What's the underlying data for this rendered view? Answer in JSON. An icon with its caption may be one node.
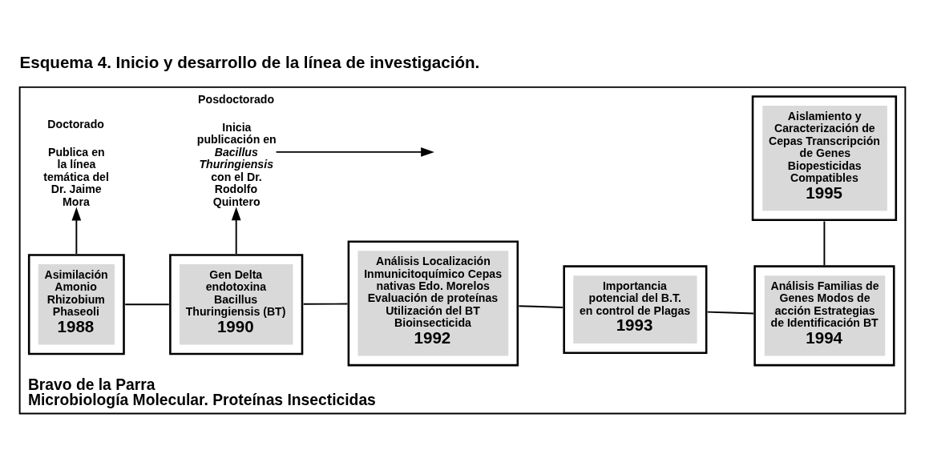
{
  "diagram": {
    "title": "Esquema 4. Inicio y desarrollo de la línea de investigación.",
    "nodes": [
      {
        "text": [
          "Bravo de la Parra",
          "Microbiología Molecular. Proteínas Insecticidas"
        ]
      },
      {
        "text": [
          "Asimilación Amonio Rhizobium Phaseoli",
          "1988"
        ],
        "in": 0
      },
      {
        "text": [
          "Gen Delta endotoxina Bacillus Thuringiensis (BT)",
          "1990"
        ],
        "in": 0
      },
      {
        "text": [
          "Análisis Localización Inmunicitoquímico Cepas nativas Edo. Morelos Evaluación de proteínas Utilización del BT Bioinsecticida",
          "1992"
        ],
        "in": 0
      },
      {
        "text": [
          "Importancia potencial del B.T. en control de Plagas",
          "1993"
        ],
        "in": 0
      },
      {
        "text": [
          "Análisis Familias de Genes Modos de acción Estrategias de Identificación BT",
          "1994"
        ],
        "in": 0
      },
      {
        "text": [
          "Aislamiento y Caracterización de Cepas Transcripción de Genes Biopesticidas Compatibles",
          "1995"
        ],
        "in": 0
      },
      {
        "text": [
          "Doctorado",
          "Publica en la línea temática del Dr. Jaime Mora"
        ],
        "in": 0
      },
      {
        "text": [
          "Posdoctorado",
          "Inicia publicación en *Bacillus Thuringiensis* con el Dr. Rodolfo Quintero"
        ],
        "in": 0
      }
    ],
    "edges": [
      {
        "from": 1,
        "to": 2,
        "arrow": "none"
      },
      {
        "from": 2,
        "to": 3,
        "arrow": "none"
      },
      {
        "from": 3,
        "to": 4,
        "arrow": "none"
      },
      {
        "from": 4,
        "to": 5,
        "arrow": "none"
      },
      {
        "from": 5,
        "to": 6,
        "arrow": "none"
      },
      {
        "from": 1,
        "to": 7,
        "arrow": "to"
      },
      {
        "from": 2,
        "to": 8,
        "arrow": "to"
      },
      {
        "from": 8,
        "to": null,
        "arrow": "to"
      }
    ]
  }
}
